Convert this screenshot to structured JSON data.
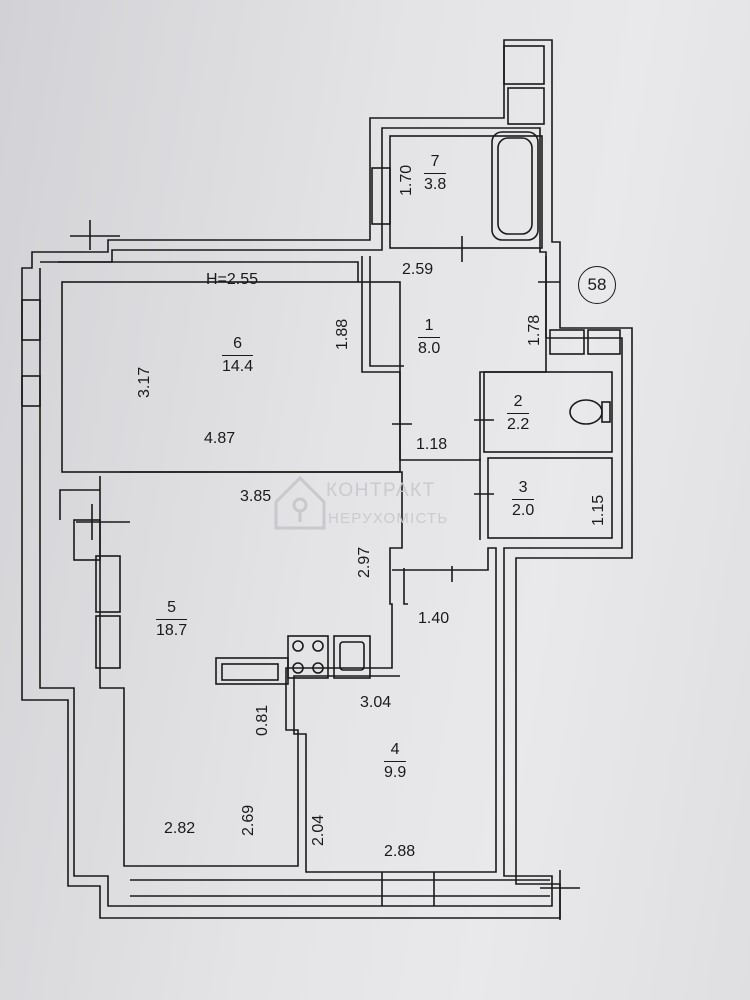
{
  "plan": {
    "ceiling_height": "H=2.55",
    "apartment_number": "58",
    "rooms": [
      {
        "number": "1",
        "area": "8.0"
      },
      {
        "number": "2",
        "area": "2.2"
      },
      {
        "number": "3",
        "area": "2.0"
      },
      {
        "number": "4",
        "area": "9.9"
      },
      {
        "number": "5",
        "area": "18.7"
      },
      {
        "number": "6",
        "area": "14.4"
      },
      {
        "number": "7",
        "area": "3.8"
      }
    ],
    "dimensions": {
      "bath_height": "1.70",
      "hall_width": "2.59",
      "hall_height": "1.88",
      "hall_side": "1.78",
      "living_height": "3.17",
      "living_width": "4.87",
      "corridor_width": "1.18",
      "kitchen_width": "3.85",
      "corridor_height": "2.97",
      "wc_height": "1.15",
      "room4_offset": "1.40",
      "room4_width_top": "3.04",
      "wall_offset": "0.81",
      "loggia_width": "2.82",
      "loggia_height": "2.69",
      "room4_side": "2.04",
      "room4_width_bottom": "2.88"
    }
  },
  "watermark": {
    "line1": "КОНТРАКТ",
    "line2": "НЕРУХОМІСТЬ"
  },
  "colors": {
    "ink": "#1a1a1a",
    "paper": "#e4e4e6",
    "watermark": "#c8c8cd"
  }
}
